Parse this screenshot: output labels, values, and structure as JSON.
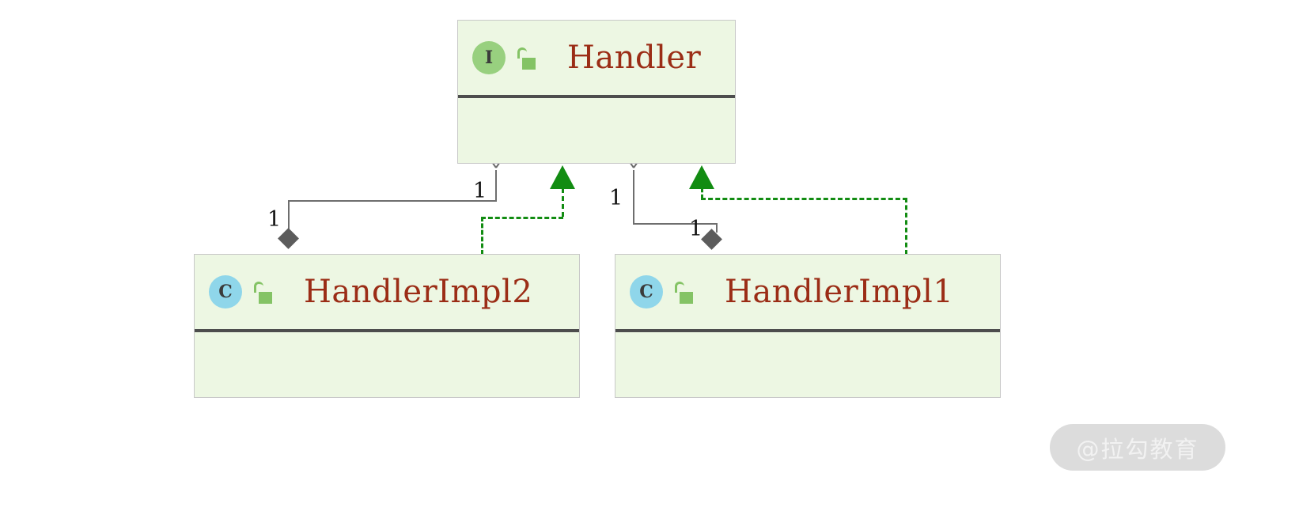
{
  "diagram": {
    "kind": "uml-class-diagram",
    "background": "#ffffff",
    "palette": {
      "box_fill": "#edf7e3",
      "box_border": "#c8c8c8",
      "header_rule": "#4d4d4d",
      "type_name_color": "#9b2d16",
      "interface_badge": "#98d07f",
      "class_badge": "#8fd6ea",
      "lock_color": "#84c365",
      "association_color": "#6e6e6e",
      "realization_color": "#128c12",
      "diamond_color": "#5c5c5c"
    }
  },
  "nodes": [
    {
      "id": "handler",
      "name": "Handler",
      "stereotype_letter": "I",
      "stereotype_kind": "interface",
      "visibility_icon": "unlocked-padlock-icon",
      "visibility": "public",
      "members": []
    },
    {
      "id": "handler_impl2",
      "name": "HandlerImpl2",
      "stereotype_letter": "C",
      "stereotype_kind": "class",
      "visibility_icon": "unlocked-padlock-icon",
      "visibility": "public",
      "members": []
    },
    {
      "id": "handler_impl1",
      "name": "HandlerImpl1",
      "stereotype_letter": "C",
      "stereotype_kind": "class",
      "visibility_icon": "unlocked-padlock-icon",
      "visibility": "public",
      "members": []
    }
  ],
  "edges": [
    {
      "id": "assoc_impl2_handler",
      "type": "composition",
      "from": "handler_impl2",
      "to": "handler",
      "source_multiplicity": "1",
      "target_multiplicity": "1",
      "style": "solid",
      "color": "#6e6e6e"
    },
    {
      "id": "assoc_impl1_handler",
      "type": "composition",
      "from": "handler_impl1",
      "to": "handler",
      "source_multiplicity": "1",
      "target_multiplicity": "1",
      "style": "solid",
      "color": "#6e6e6e"
    },
    {
      "id": "realize_impl2_handler",
      "type": "realization",
      "from": "handler_impl2",
      "to": "handler",
      "style": "dashed",
      "color": "#128c12"
    },
    {
      "id": "realize_impl1_handler",
      "type": "realization",
      "from": "handler_impl1",
      "to": "handler",
      "style": "dashed",
      "color": "#128c12"
    }
  ],
  "multiplicity_labels": {
    "left_near_arrow": "1",
    "left_near_diamond": "1",
    "right_near_arrow": "1",
    "right_near_diamond": "1"
  },
  "watermark": {
    "text": "@拉勾教育"
  }
}
